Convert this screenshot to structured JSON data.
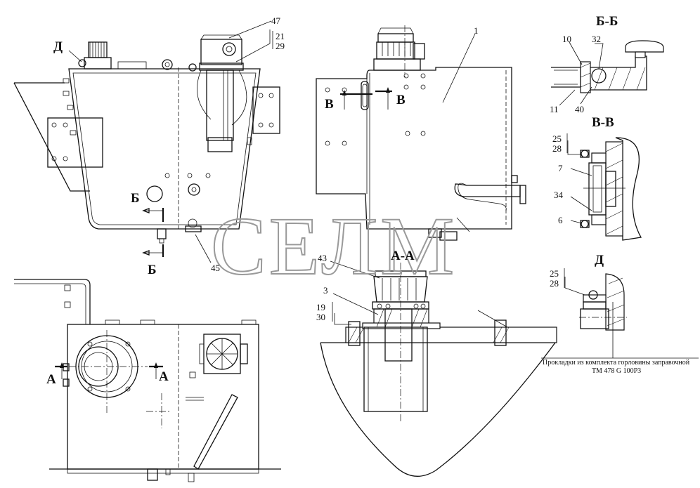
{
  "watermark": "СЕЛМ",
  "section_titles": {
    "bb": "Б-Б",
    "vv": "В-В",
    "aa": "А-А",
    "d": "Д"
  },
  "view_markers": {
    "d": "Д",
    "b_left": "Б",
    "b_bottom": "Б",
    "v_left": "В",
    "v_right": "В",
    "a_left": "А",
    "a_right": "А"
  },
  "callouts": {
    "p47": "47",
    "p21": "21",
    "p29": "29",
    "p45": "45",
    "p1": "1",
    "p43": "43",
    "p3": "3",
    "p19": "19",
    "p30": "30",
    "p10": "10",
    "p32": "32",
    "p11": "11",
    "p40": "40",
    "p25a": "25",
    "p28a": "28",
    "p7": "7",
    "p34": "34",
    "p6": "6",
    "p25b": "25",
    "p28b": "28"
  },
  "note": {
    "line1": "Прокладки из комплекта горловины заправочной",
    "line2": "ТМ 478 G 100Р3"
  }
}
